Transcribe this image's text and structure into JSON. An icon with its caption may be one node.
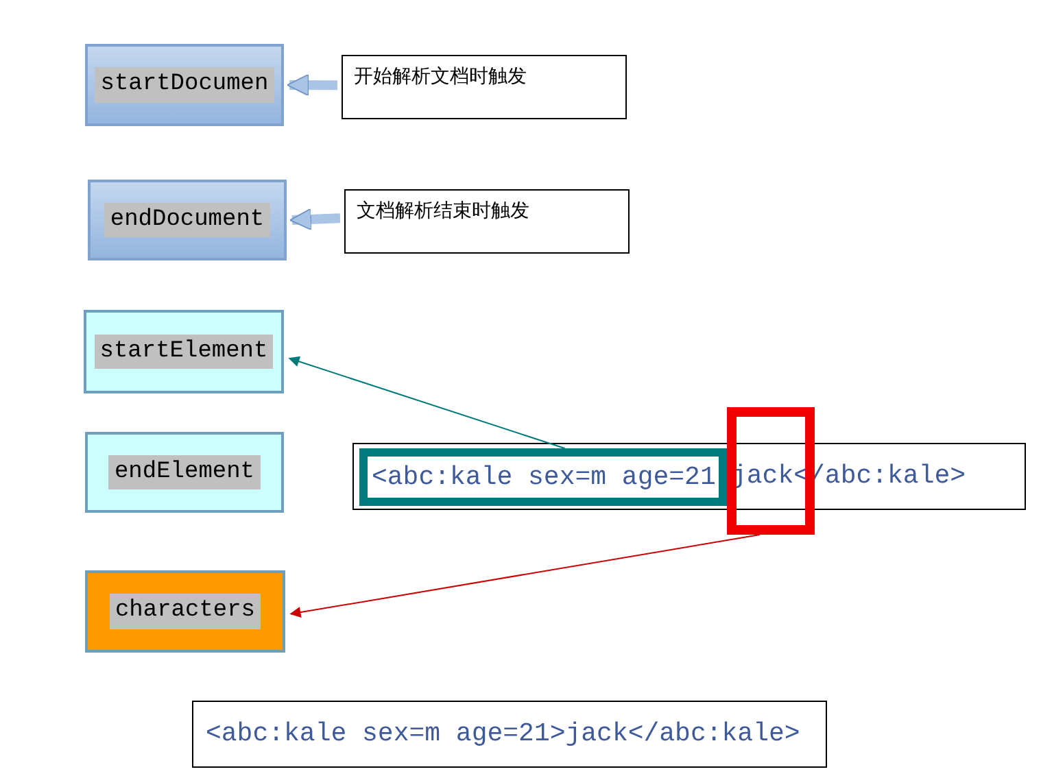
{
  "diagram": {
    "nodes": [
      {
        "text": [
          "startDocumen"
        ]
      },
      {
        "text": [
          "开始解析文档时触发"
        ]
      },
      {
        "text": [
          "endDocument"
        ]
      },
      {
        "text": [
          "文档解析结束时触发"
        ]
      },
      {
        "text": [
          "startElement"
        ]
      },
      {
        "text": [
          "endElement"
        ]
      },
      {
        "text": [
          "characters"
        ]
      },
      {
        "text": [
          "jack</abc:kale>"
        ]
      },
      {
        "text": [
          "<abc:kale sex=m age=21"
        ],
        "in": 7
      },
      {
        "text": [],
        "shape": "box"
      },
      {
        "text": [
          "<abc:kale sex=m age=21>jack</abc:kale>"
        ]
      }
    ],
    "edges": [
      {
        "from": 1,
        "to": 0,
        "arrow": "to",
        "style": "thick",
        "color": "#a9c4e4"
      },
      {
        "from": 3,
        "to": 2,
        "arrow": "to",
        "style": "thick",
        "color": "#a9c4e4"
      },
      {
        "from": 8,
        "to": 4,
        "arrow": "to",
        "color": "#007a7a"
      },
      {
        "from": 9,
        "to": 6,
        "arrow": "to",
        "color": "#cc0000"
      }
    ]
  }
}
